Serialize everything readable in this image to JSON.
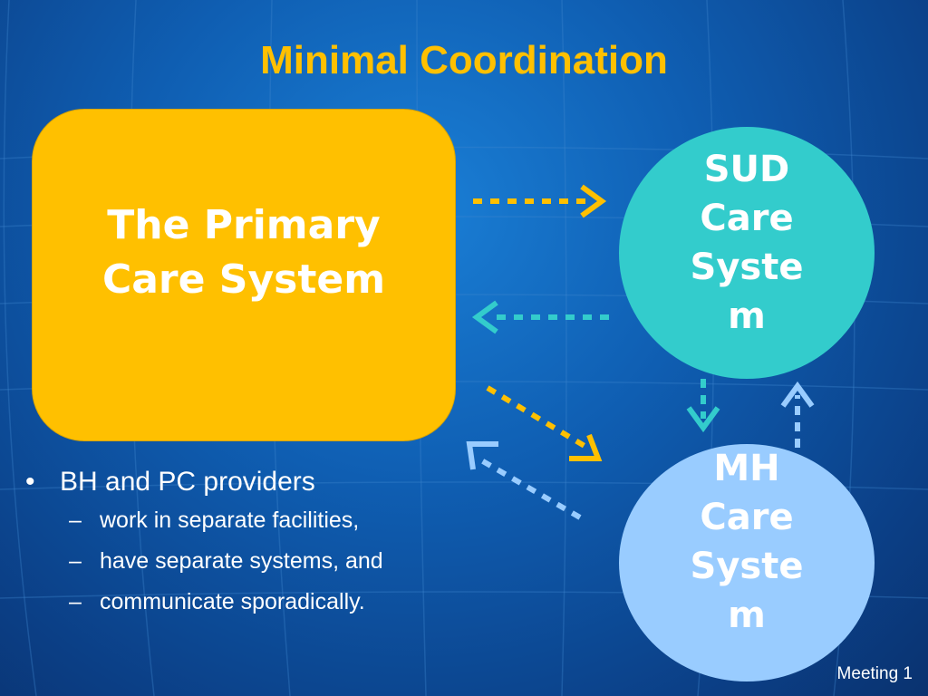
{
  "title": "Minimal Coordination",
  "primary_care": {
    "label_line1": "The Primary",
    "label_line2": "Care System",
    "color": "#ffc000"
  },
  "sud": {
    "lines": [
      "SUD",
      "Care",
      "Syste",
      "m"
    ],
    "color": "#33cccc"
  },
  "mh": {
    "lines": [
      "MH",
      "Care",
      "Syste",
      "m"
    ],
    "color": "#99ccff"
  },
  "bullets": {
    "main": "BH and PC providers",
    "sub": [
      "work in separate facilities,",
      "have separate systems, and",
      "communicate sporadically."
    ]
  },
  "footer": "Meeting 1",
  "arrow_colors": {
    "from_primary": "#ffc000",
    "from_sud": "#33cccc",
    "from_mh": "#99ccff"
  }
}
